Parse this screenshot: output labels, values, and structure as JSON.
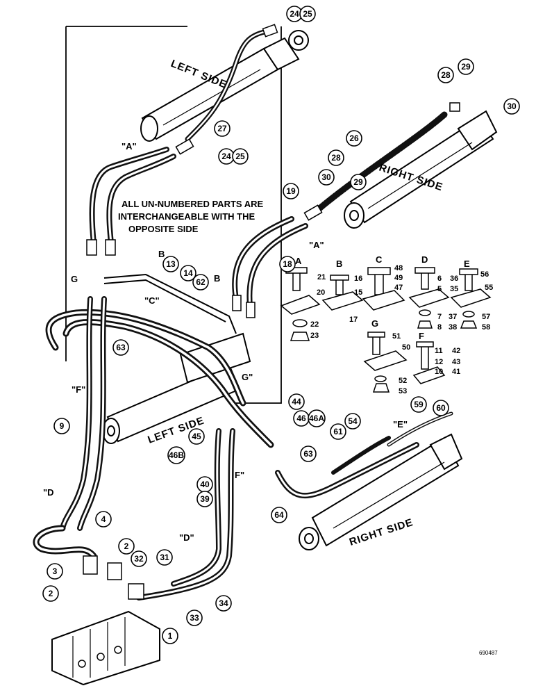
{
  "diagram": {
    "side_labels": {
      "left_top": "LEFT SIDE",
      "left_bottom": "LEFT SIDE",
      "right_top": "RIGHT SIDE",
      "right_bottom": "RIGHT SIDE"
    },
    "note_lines": [
      "ALL UN-NUMBERED PARTS ARE",
      "INTERCHANGEABLE WITH THE",
      "OPPOSITE SIDE"
    ],
    "ref_code": "690487",
    "circled_parts": [
      {
        "id": "24",
        "label": "24"
      },
      {
        "id": "25",
        "label": "25"
      },
      {
        "id": "27",
        "label": "27"
      },
      {
        "id": "24b",
        "label": "24"
      },
      {
        "id": "25b",
        "label": "25"
      },
      {
        "id": "28",
        "label": "28"
      },
      {
        "id": "29",
        "label": "29"
      },
      {
        "id": "30",
        "label": "30"
      },
      {
        "id": "26",
        "label": "26"
      },
      {
        "id": "28b",
        "label": "28"
      },
      {
        "id": "30b",
        "label": "30"
      },
      {
        "id": "29b",
        "label": "29"
      },
      {
        "id": "19",
        "label": "19"
      },
      {
        "id": "18",
        "label": "18"
      },
      {
        "id": "13",
        "label": "13"
      },
      {
        "id": "14",
        "label": "14"
      },
      {
        "id": "62",
        "label": "62"
      },
      {
        "id": "63",
        "label": "63"
      },
      {
        "id": "9",
        "label": "9"
      },
      {
        "id": "44",
        "label": "44"
      },
      {
        "id": "46",
        "label": "46"
      },
      {
        "id": "46A",
        "label": "46A"
      },
      {
        "id": "45",
        "label": "45"
      },
      {
        "id": "46B",
        "label": "46B"
      },
      {
        "id": "60",
        "label": "60"
      },
      {
        "id": "59",
        "label": "59"
      },
      {
        "id": "54",
        "label": "54"
      },
      {
        "id": "61",
        "label": "61"
      },
      {
        "id": "63b",
        "label": "63"
      },
      {
        "id": "40",
        "label": "40"
      },
      {
        "id": "39",
        "label": "39"
      },
      {
        "id": "64",
        "label": "64"
      },
      {
        "id": "4",
        "label": "4"
      },
      {
        "id": "3",
        "label": "3"
      },
      {
        "id": "2",
        "label": "2"
      },
      {
        "id": "2b",
        "label": "2"
      },
      {
        "id": "32",
        "label": "32"
      },
      {
        "id": "31",
        "label": "31"
      },
      {
        "id": "34",
        "label": "34"
      },
      {
        "id": "33",
        "label": "33"
      },
      {
        "id": "1",
        "label": "1"
      }
    ],
    "letter_labels": [
      {
        "id": "A1",
        "label": "\"A\""
      },
      {
        "id": "A2",
        "label": "\"A\""
      },
      {
        "id": "B1",
        "label": "B"
      },
      {
        "id": "B2",
        "label": "B"
      },
      {
        "id": "C1",
        "label": "\"C\""
      },
      {
        "id": "G1",
        "label": "G"
      },
      {
        "id": "G2",
        "label": "G\""
      },
      {
        "id": "F1",
        "label": "\"F\""
      },
      {
        "id": "F2",
        "label": "F\""
      },
      {
        "id": "E1",
        "label": "\"E\""
      },
      {
        "id": "D1",
        "label": "\"D"
      },
      {
        "id": "D2",
        "label": "\"D\""
      }
    ],
    "bracket_groups": [
      {
        "id": "A",
        "letter": "A",
        "parts": [
          "21",
          "20",
          "22",
          "23"
        ]
      },
      {
        "id": "B",
        "letter": "B",
        "parts": [
          "16",
          "15",
          "17"
        ]
      },
      {
        "id": "C",
        "letter": "C",
        "parts": [
          "48",
          "49",
          "47"
        ]
      },
      {
        "id": "D",
        "letter": "D",
        "parts": [
          "6",
          "5",
          "7",
          "8"
        ]
      },
      {
        "id": "E",
        "letter": "E",
        "parts": [
          "56",
          "55",
          "57",
          "58",
          "36",
          "35",
          "37",
          "38"
        ]
      },
      {
        "id": "G",
        "letter": "G",
        "parts": [
          "51",
          "50",
          "52",
          "53"
        ]
      },
      {
        "id": "F",
        "letter": "F",
        "parts": [
          "11",
          "42",
          "12",
          "43",
          "10",
          "41"
        ]
      }
    ]
  }
}
